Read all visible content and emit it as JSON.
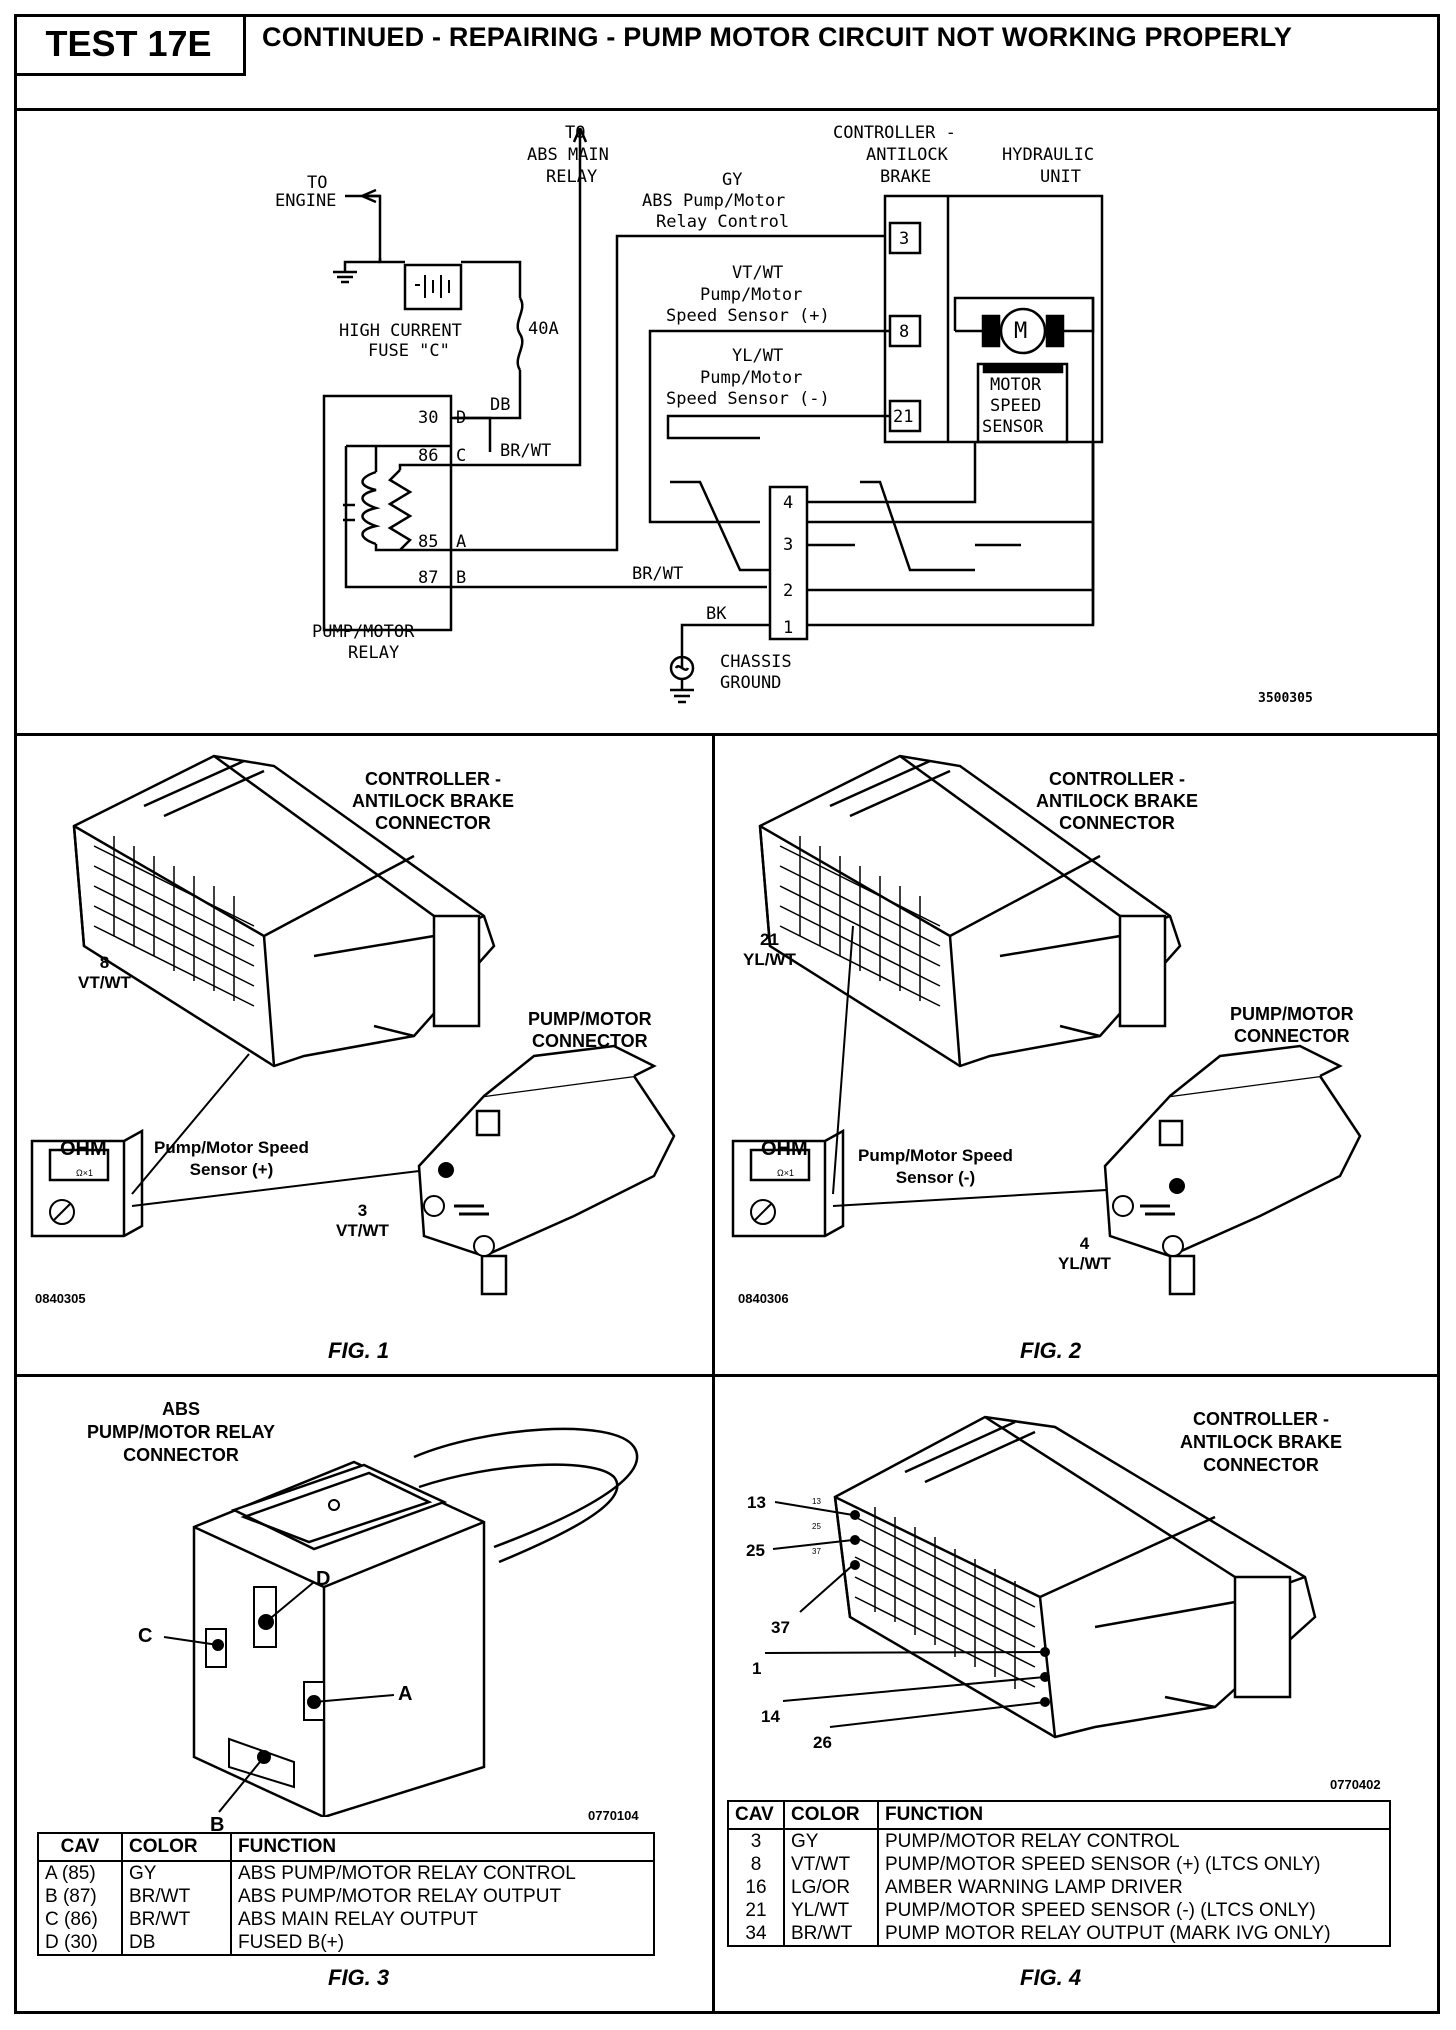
{
  "header": {
    "test_label": "TEST 17E",
    "title": "CONTINUED - REPAIRING - PUMP MOTOR CIRCUIT NOT WORKING PROPERLY"
  },
  "schematic": {
    "to_engine": [
      "TO",
      "ENGINE"
    ],
    "to_abs_main_relay": [
      "TO",
      "ABS MAIN",
      "RELAY"
    ],
    "controller": [
      "CONTROLLER -",
      "ANTILOCK",
      "BRAKE"
    ],
    "hydraulic_unit": [
      "HYDRAULIC",
      "UNIT"
    ],
    "wire_gy": [
      "GY",
      "ABS Pump/Motor",
      "Relay Control"
    ],
    "wire_vtwt": [
      "VT/WT",
      "Pump/Motor",
      "Speed Sensor (+)"
    ],
    "wire_ylwt": [
      "YL/WT",
      "Pump/Motor",
      "Speed Sensor (-)"
    ],
    "fuse_label": [
      "HIGH CURRENT",
      "FUSE \"C\""
    ],
    "fuse_rating": "40A",
    "wire_db": "DB",
    "wire_brwt": "BR/WT",
    "wire_bk": "BK",
    "relay_pins": [
      {
        "num": "30",
        "letter": "D"
      },
      {
        "num": "86",
        "letter": "C"
      },
      {
        "num": "85",
        "letter": "A"
      },
      {
        "num": "87",
        "letter": "B"
      }
    ],
    "relay_label": [
      "PUMP/MOTOR",
      "RELAY"
    ],
    "controller_pins": [
      "3",
      "8",
      "21"
    ],
    "motor_symbol": "M",
    "motor_speed_sensor": [
      "MOTOR",
      "SPEED",
      "SENSOR"
    ],
    "connector_pins": [
      "4",
      "3",
      "2",
      "1"
    ],
    "chassis_ground": [
      "CHASSIS",
      "GROUND"
    ],
    "figure_code": "3500305"
  },
  "fig1": {
    "connector_title": [
      "CONTROLLER -",
      "ANTILOCK BRAKE",
      "CONNECTOR"
    ],
    "pin_label": [
      "8",
      "VT/WT"
    ],
    "meter": "OHM",
    "meter_scale": "Ω×1",
    "probe_label": [
      "Pump/Motor Speed",
      "Sensor (+)"
    ],
    "pump_connector": [
      "PUMP/MOTOR",
      "CONNECTOR"
    ],
    "pump_pin": [
      "3",
      "VT/WT"
    ],
    "code": "0840305",
    "caption": "FIG. 1"
  },
  "fig2": {
    "connector_title": [
      "CONTROLLER -",
      "ANTILOCK BRAKE",
      "CONNECTOR"
    ],
    "pin_label": [
      "21",
      "YL/WT"
    ],
    "meter": "OHM",
    "meter_scale": "Ω×1",
    "probe_label": [
      "Pump/Motor Speed",
      "Sensor (-)"
    ],
    "pump_connector": [
      "PUMP/MOTOR",
      "CONNECTOR"
    ],
    "pump_pin": [
      "4",
      "YL/WT"
    ],
    "code": "0840306",
    "caption": "FIG. 2"
  },
  "fig3": {
    "title": [
      "ABS",
      "PUMP/MOTOR RELAY",
      "CONNECTOR"
    ],
    "cavities": [
      "A",
      "B",
      "C",
      "D"
    ],
    "code": "0770104",
    "caption": "FIG. 3",
    "table": {
      "headers": [
        "CAV",
        "COLOR",
        "FUNCTION"
      ],
      "rows": [
        [
          "A (85)",
          "GY",
          "ABS PUMP/MOTOR RELAY CONTROL"
        ],
        [
          "B (87)",
          "BR/WT",
          "ABS PUMP/MOTOR RELAY OUTPUT"
        ],
        [
          "C (86)",
          "BR/WT",
          "ABS MAIN RELAY OUTPUT"
        ],
        [
          "D (30)",
          "DB",
          "FUSED B(+)"
        ]
      ]
    }
  },
  "fig4": {
    "title": [
      "CONTROLLER -",
      "ANTILOCK BRAKE",
      "CONNECTOR"
    ],
    "pin_callouts": [
      "13",
      "25",
      "37",
      "1",
      "14",
      "26"
    ],
    "small_pin_nums": [
      "13",
      "25",
      "37"
    ],
    "code": "0770402",
    "caption": "FIG. 4",
    "table": {
      "headers": [
        "CAV",
        "COLOR",
        "FUNCTION"
      ],
      "rows": [
        [
          "3",
          "GY",
          "PUMP/MOTOR RELAY CONTROL"
        ],
        [
          "8",
          "VT/WT",
          "PUMP/MOTOR SPEED SENSOR (+) (LTCS ONLY)"
        ],
        [
          "16",
          "LG/OR",
          "AMBER WARNING LAMP DRIVER"
        ],
        [
          "21",
          "YL/WT",
          "PUMP/MOTOR SPEED SENSOR (-) (LTCS ONLY)"
        ],
        [
          "34",
          "BR/WT",
          "PUMP MOTOR RELAY OUTPUT (MARK IVG ONLY)"
        ]
      ]
    }
  }
}
